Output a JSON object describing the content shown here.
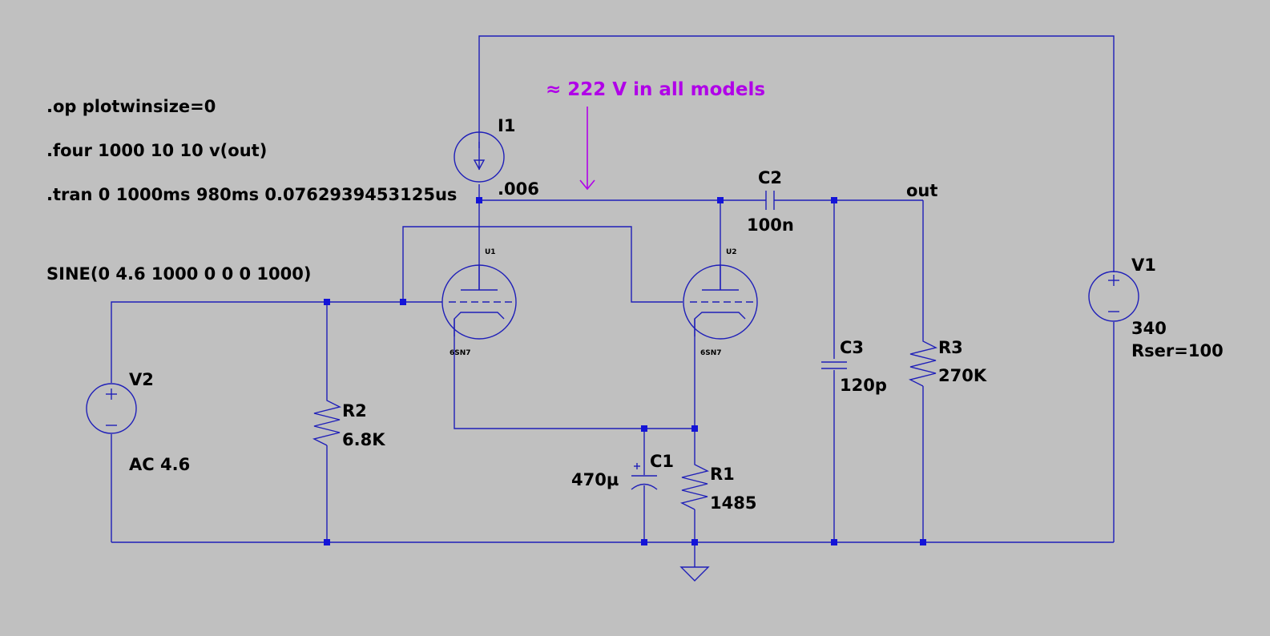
{
  "colors": {
    "background": "#c0c0c0",
    "wire": "#1f1fb8",
    "junction": "#1414d8",
    "text": "#000000",
    "annotation": "#b000e8"
  },
  "directives": {
    "op": ".op plotwinsize=0",
    "four": ".four 1000 10 10 v(out)",
    "tran": ".tran 0 1000ms 980ms 0.0762939453125us"
  },
  "annotation": "≈ 222 V in all models",
  "components": {
    "I1": {
      "name": "I1",
      "value": ".006"
    },
    "V1": {
      "name": "V1",
      "value": "340",
      "extra": "Rser=100"
    },
    "V2": {
      "name": "V2",
      "value": "AC 4.6",
      "source": "SINE(0 4.6 1000 0 0 0 1000)"
    },
    "R1": {
      "name": "R1",
      "value": "1485"
    },
    "R2": {
      "name": "R2",
      "value": "6.8K"
    },
    "R3": {
      "name": "R3",
      "value": "270K"
    },
    "C1": {
      "name": "C1",
      "value": "470µ"
    },
    "C2": {
      "name": "C2",
      "value": "100n"
    },
    "C3": {
      "name": "C3",
      "value": "120p"
    },
    "U1": {
      "name": "U1",
      "model": "6SN7"
    },
    "U2": {
      "name": "U2",
      "model": "6SN7"
    }
  },
  "net_labels": {
    "out": "out"
  }
}
